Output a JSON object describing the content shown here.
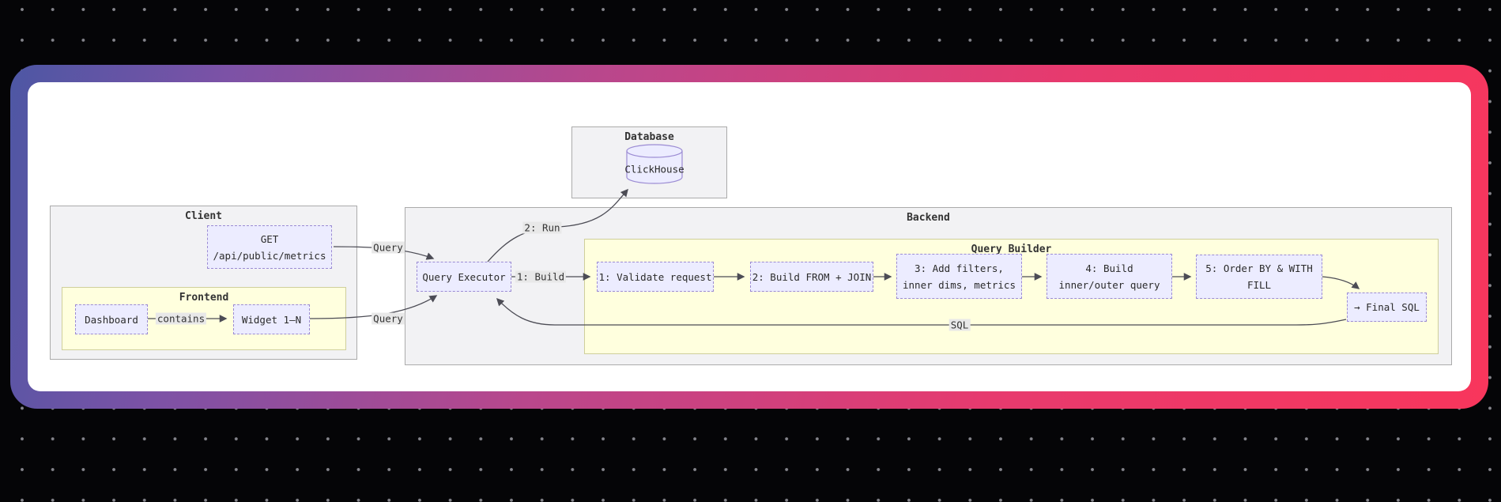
{
  "diagram": {
    "clusters": {
      "database": {
        "label": "Database"
      },
      "client": {
        "label": "Client"
      },
      "frontend": {
        "label": "Frontend"
      },
      "backend": {
        "label": "Backend"
      },
      "query_builder": {
        "label": "Query Builder"
      }
    },
    "nodes": {
      "clickhouse": {
        "label": "ClickHouse"
      },
      "get": {
        "line1": "GET",
        "line2": "/api/public/metrics"
      },
      "dashboard": {
        "label": "Dashboard"
      },
      "widget": {
        "label": "Widget 1–N"
      },
      "query_executor": {
        "label": "Query Executor"
      },
      "qb1": {
        "label": "1: Validate request"
      },
      "qb2": {
        "label": "2: Build FROM + JOIN"
      },
      "qb3": {
        "line1": "3: Add filters,",
        "line2": "inner dims, metrics"
      },
      "qb4": {
        "line1": "4: Build",
        "line2": "inner/outer query"
      },
      "qb5": {
        "line1": "5: Order BY & WITH",
        "line2": "FILL"
      },
      "final_sql": {
        "label": "→ Final SQL"
      }
    },
    "edge_labels": {
      "query_top": "Query",
      "query_bottom": "Query",
      "contains": "contains",
      "run": "2: Run",
      "build": "1: Build",
      "sql": "SQL"
    },
    "colors": {
      "page_background": "#050507",
      "dot_grid": "#85858c",
      "frame_gradient_start": "#4d57a4",
      "frame_gradient_mid": "#b9478c",
      "frame_gradient_end": "#f8365c",
      "card_background": "#ffffff",
      "cluster_gray_fill": "#f2f2f4",
      "cluster_yellow_fill": "#ffffde",
      "node_fill": "#ececff",
      "node_border": "#9b8bd3",
      "edge_stroke": "#4c4c55",
      "edge_label_background": "#e8e8e8"
    }
  }
}
